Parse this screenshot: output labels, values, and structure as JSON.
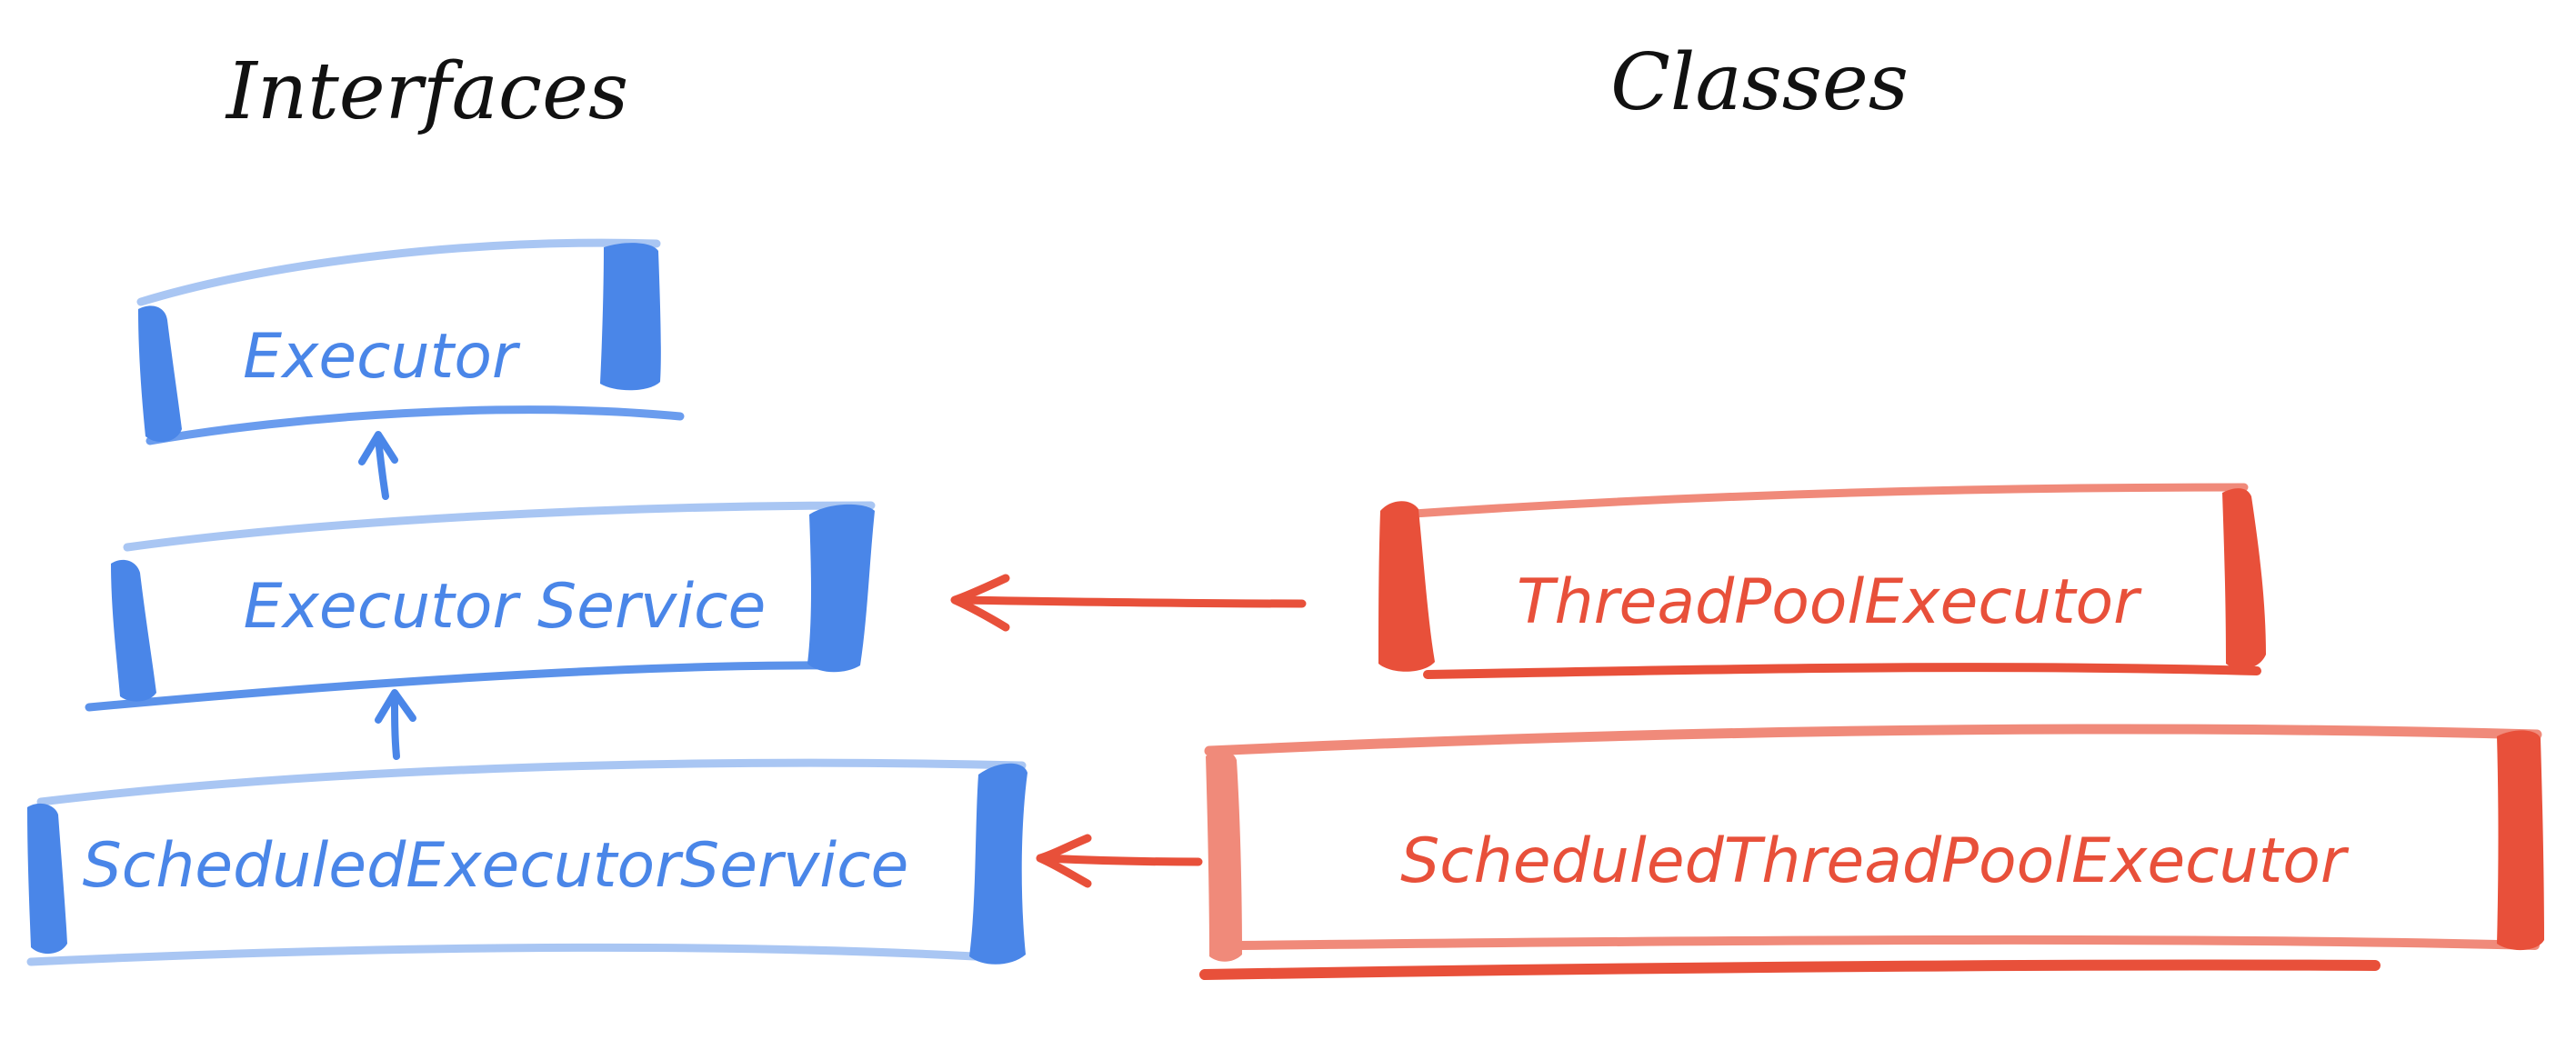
{
  "headings": {
    "interfaces": "Interfaces",
    "classes": "Classes"
  },
  "colors": {
    "interface": "#4a86e8",
    "interface_light": "#a9c6f3",
    "class": "#e8503a",
    "class_light": "#f08a7a",
    "heading": "#111111"
  },
  "interfaces": [
    {
      "id": "executor",
      "label": "Executor"
    },
    {
      "id": "executor-service",
      "label": "Executor Service"
    },
    {
      "id": "scheduled-executor-service",
      "label": "ScheduledExecutorService"
    }
  ],
  "classes": [
    {
      "id": "thread-pool-executor",
      "label": "ThreadPoolExecutor"
    },
    {
      "id": "scheduled-thread-pool-executor",
      "label": "ScheduledThreadPoolExecutor"
    }
  ],
  "relations": [
    {
      "from": "executor-service",
      "to": "executor",
      "type": "extends"
    },
    {
      "from": "scheduled-executor-service",
      "to": "executor-service",
      "type": "extends"
    },
    {
      "from": "thread-pool-executor",
      "to": "executor-service",
      "type": "implements"
    },
    {
      "from": "scheduled-thread-pool-executor",
      "to": "scheduled-executor-service",
      "type": "implements"
    }
  ]
}
